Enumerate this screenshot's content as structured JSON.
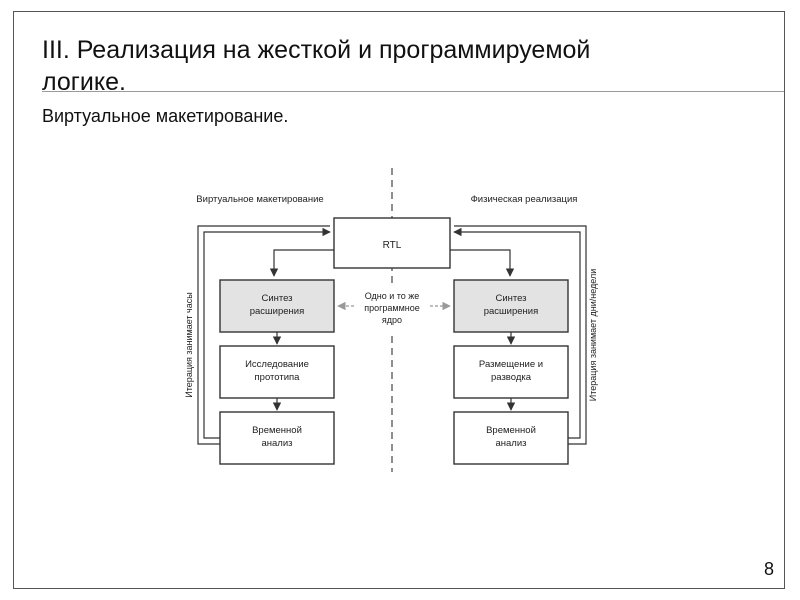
{
  "slide": {
    "title_line1": "III. Реализация на жесткой и программируемой",
    "title_line2": "логике.",
    "subtitle": "Виртуальное макетирование.",
    "page_number": "8"
  },
  "diagram": {
    "left_header": "Виртуальное макетирование",
    "right_header": "Физическая реализация",
    "rtl_label": "RTL",
    "center_note": [
      "Одно и то же",
      "программное",
      "ядро"
    ],
    "left_loop_label": "Итерация занимает часы",
    "right_loop_label": "Итерация занимает дни/недели",
    "left_column": [
      {
        "lines": [
          "Синтез",
          "расширения"
        ]
      },
      {
        "lines": [
          "Исследование",
          "прототипа"
        ]
      },
      {
        "lines": [
          "Временной",
          "анализ"
        ]
      }
    ],
    "right_column": [
      {
        "lines": [
          "Синтез",
          "расширения"
        ]
      },
      {
        "lines": [
          "Размещение и",
          "разводка"
        ]
      },
      {
        "lines": [
          "Временной",
          "анализ"
        ]
      }
    ]
  }
}
